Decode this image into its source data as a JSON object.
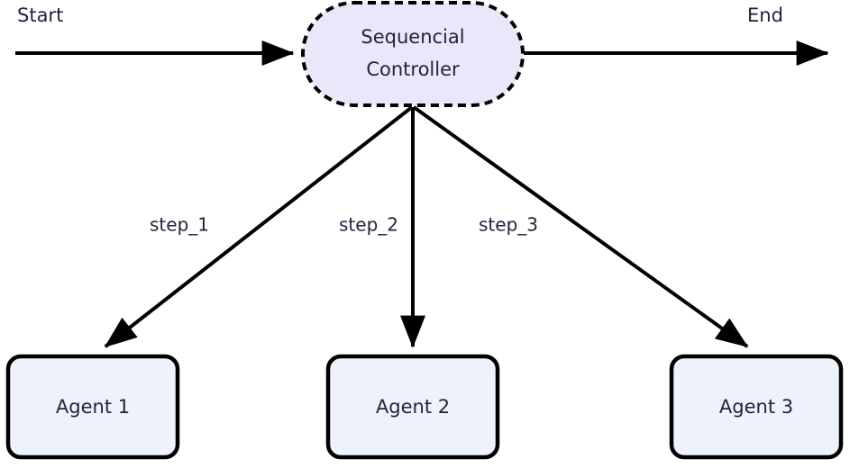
{
  "diagram": {
    "type": "flowchart",
    "orientation": "top-down",
    "background_color": "#ffffff",
    "terminals": {
      "start_label": "Start",
      "end_label": "End"
    },
    "controller": {
      "id": "sequencial-controller",
      "label_line_1": "Sequencial",
      "label_line_2": "Controller",
      "shape": "stadium",
      "fill_color": "#ece6fa",
      "border_color": "#000000",
      "border_style": "dashed",
      "text_color": "#23233c"
    },
    "agents": [
      {
        "id": "agent-1",
        "label": "Agent 1",
        "shape": "rounded-rectangle",
        "fill_color": "#eef2fb",
        "border_color": "#000000",
        "edge_label": "step_1"
      },
      {
        "id": "agent-2",
        "label": "Agent 2",
        "shape": "rounded-rectangle",
        "fill_color": "#eef2fb",
        "border_color": "#000000",
        "edge_label": "step_2"
      },
      {
        "id": "agent-3",
        "label": "Agent 3",
        "shape": "rounded-rectangle",
        "fill_color": "#eef2fb",
        "border_color": "#000000",
        "edge_label": "step_3"
      }
    ],
    "edges": [
      {
        "id": "edge-start",
        "from": "Start",
        "to": "Sequencial Controller",
        "label": "",
        "arrow": "end"
      },
      {
        "id": "edge-end",
        "from": "Sequencial Controller",
        "to": "End",
        "label": "",
        "arrow": "end"
      },
      {
        "id": "edge-step-1",
        "from": "Sequencial Controller",
        "to": "Agent 1",
        "label": "step_1",
        "arrow": "end"
      },
      {
        "id": "edge-step-2",
        "from": "Sequencial Controller",
        "to": "Agent 2",
        "label": "step_2",
        "arrow": "end"
      },
      {
        "id": "edge-step-3",
        "from": "Sequencial Controller",
        "to": "Agent 3",
        "label": "step_3",
        "arrow": "end"
      }
    ]
  }
}
